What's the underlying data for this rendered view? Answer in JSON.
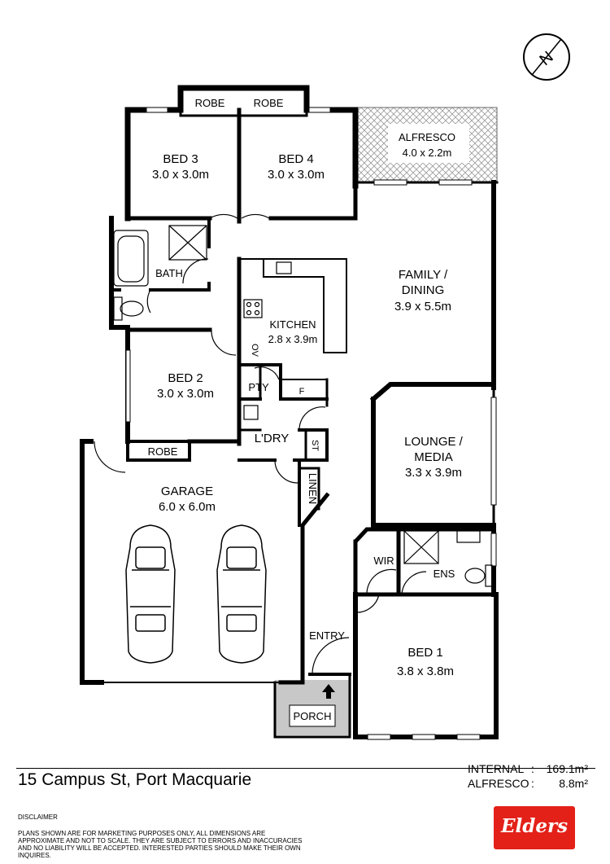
{
  "plan": {
    "rooms": {
      "bed3": {
        "name": "BED 3",
        "size": "3.0 x 3.0m"
      },
      "bed4": {
        "name": "BED 4",
        "size": "3.0 x 3.0m"
      },
      "alfresco": {
        "name": "ALFRESCO",
        "size": "4.0 x 2.2m"
      },
      "family": {
        "name_line1": "FAMILY /",
        "name_line2": "DINING",
        "size": "3.9 x 5.5m"
      },
      "kitchen": {
        "name": "KITCHEN",
        "size": "2.8 x 3.9m"
      },
      "bath": {
        "name": "BATH"
      },
      "bed2": {
        "name": "BED 2",
        "size": "3.0 x 3.0m"
      },
      "lounge": {
        "name_line1": "LOUNGE /",
        "name_line2": "MEDIA",
        "size": "3.3 x 3.9m"
      },
      "garage": {
        "name": "GARAGE",
        "size": "6.0 x 6.0m"
      },
      "bed1": {
        "name": "BED 1",
        "size": "3.8 x 3.8m"
      },
      "robe_a": {
        "name": "ROBE"
      },
      "robe_b": {
        "name": "ROBE"
      },
      "robe_c": {
        "name": "ROBE"
      },
      "pty": {
        "name": "PTY"
      },
      "f": {
        "name": "F"
      },
      "ov": {
        "name": "OV"
      },
      "laundry": {
        "name": "L'DRY"
      },
      "st": {
        "name": "ST"
      },
      "linen": {
        "name": "LINEN"
      },
      "wir": {
        "name": "WIR"
      },
      "ens": {
        "name": "ENS"
      },
      "entry": {
        "name": "ENTRY"
      },
      "porch": {
        "name": "PORCH"
      }
    }
  },
  "footer": {
    "address": "15 Campus St, Port Macquarie",
    "internal_label": "INTERNAL",
    "internal_value": "169.1m²",
    "alfresco_label": "ALFRESCO",
    "alfresco_value": "8.8m²",
    "disclaimer_title": "DISCLAIMER",
    "disclaimer_text": "PLANS SHOWN ARE FOR MARKETING PURPOSES ONLY, ALL DIMENSIONS ARE APPROXIMATE AND NOT TO SCALE. THEY ARE SUBJECT TO ERRORS AND INACCURACIES AND NO LIABILITY WILL BE ACCEPTED. INTERESTED PARTIES SHOULD MAKE THEIR OWN INQUIRES.",
    "logo_text": "Elders"
  },
  "compass": {
    "letter": "N"
  },
  "colors": {
    "wall": "#000000",
    "porch_fill": "#c8c8c8",
    "alfresco_hatch": "#9a9a9a",
    "logo": "#e32119"
  }
}
